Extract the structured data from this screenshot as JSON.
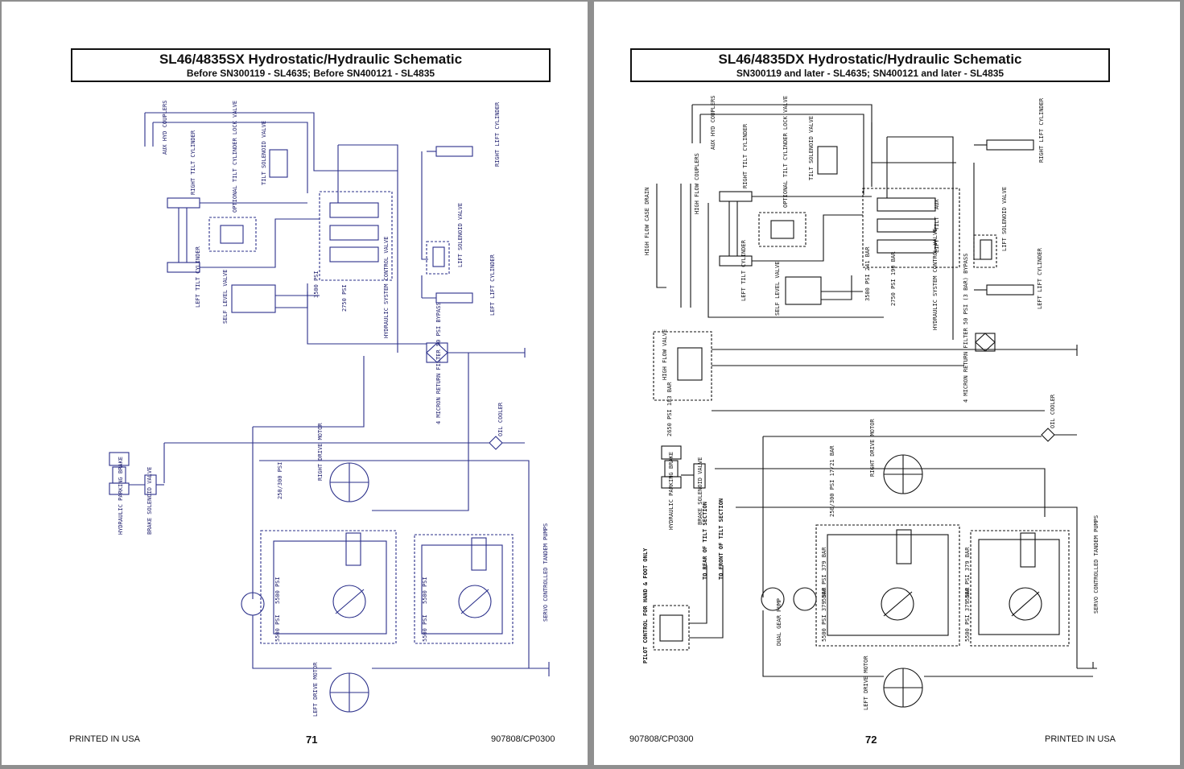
{
  "colors": {
    "left_lines": "#2a2f8a",
    "right_lines": "#111111",
    "page_bg": "#ffffff",
    "viewer_bg": "#8f8f8f"
  },
  "left_page": {
    "title": "SL46/4835SX Hydrostatic/Hydraulic Schematic",
    "subtitle": "Before SN300119 - SL4635; Before SN400121 - SL4835",
    "footer_left": "PRINTED IN USA",
    "page_number": "71",
    "footer_right": "907808/CP0300",
    "labels": {
      "aux_hyd_couplers": "AUX HYD COUPLERS",
      "tilt_solenoid_valve": "TILT SOLENOID VALVE",
      "right_lift_cylinder": "RIGHT LIFT CYLINDER",
      "right_tilt_cylinder": "RIGHT TILT CYLINDER",
      "optional_tilt_lock": "OPTIONAL TILT CYLINDER LOCK VALVE",
      "lift_solenoid_valve": "LIFT SOLENOID VALVE",
      "left_tilt_cylinder": "LEFT TILT CYLINDER",
      "self_level_valve": "SELF LEVEL VALVE",
      "psi_3500": "3500 PSI",
      "psi_2750": "2750 PSI",
      "hyd_system_control_valve": "HYDRAULIC SYSTEM CONTROL VALVE",
      "left_lift_cylinder": "LEFT LIFT CYLINDER",
      "return_filter": "4 MICRON RETURN FILTER 50 PSI BYPASS",
      "oil_cooler": "OIL COOLER",
      "right_drive_motor": "RIGHT DRIVE MOTOR",
      "psi_250_300": "250/300 PSI",
      "hydraulic_parking_brake": "HYDRAULIC PARKING BRAKE",
      "brake_solenoid_valve": "BRAKE SOLENOID VALVE",
      "psi_5500": "5500 PSI",
      "servo_tandem_pumps": "SERVO CONTROLLED TANDEM PUMPS",
      "left_drive_motor": "LEFT DRIVE MOTOR"
    }
  },
  "right_page": {
    "title": "SL46/4835DX Hydrostatic/Hydraulic Schematic",
    "subtitle": "SN300119 and later - SL4635; SN400121 and later - SL4835",
    "footer_left": "907808/CP0300",
    "page_number": "72",
    "footer_right": "PRINTED IN USA",
    "labels": {
      "aux_hyd_couplers": "AUX HYD COUPLERS",
      "tilt_solenoid_valve": "TILT SOLENOID VALVE",
      "right_lift_cylinder": "RIGHT LIFT CYLINDER",
      "right_tilt_cylinder": "RIGHT TILT CYLINDER",
      "high_flow_case_drain": "HIGH FLOW CASE DRAIN",
      "high_flow_couplers": "HIGH FLOW COUPLERS",
      "optional_tilt_lock": "OPTIONAL TILT CYLINDER LOCK VALVE",
      "aux": "AUX",
      "tilt": "TILT",
      "lift": "LIFT",
      "lift_solenoid_valve": "LIFT SOLENOID VALVE",
      "left_tilt_cylinder": "LEFT TILT CYLINDER",
      "self_level_valve": "SELF LEVEL VALVE",
      "psi_3500_bar": "3500 PSI 241 BAR",
      "psi_2750_bar": "2750 PSI 190 BAR",
      "hyd_system_control_valve": "HYDRAULIC SYSTEM CONTROL VALVE",
      "left_lift_cylinder": "LEFT LIFT CYLINDER",
      "high_flow_valve": "HIGH FLOW VALVE",
      "return_filter": "4 MICRON RETURN FILTER 50 PSI (3 BAR) BYPASS",
      "oil_cooler": "OIL COOLER",
      "psi_2650_bar": "2650 PSI 183 BAR",
      "psi_250_300_bar": "250/300 PSI 17/21 BAR",
      "right_drive_motor": "RIGHT DRIVE MOTOR",
      "hydraulic_parking_brake": "HYDRAULIC PARKING BRAKE",
      "brake_solenoid_valve": "BRAKE SOLENOID VALVE",
      "to_rear_of_tilt": "TO REAR OF TILT SECTION",
      "to_front_of_tilt": "TO FRONT OF TILT SECTION",
      "psi_5500_bar": "5500 PSI 379 BAR",
      "dual_gear_pump": "DUAL GEAR PUMP",
      "servo_tandem_pumps": "SERVO CONTROLLED TANDEM PUMPS",
      "pilot_control": "PILOT CONTROL FOR HAND & FOOT ONLY",
      "left_drive_motor": "LEFT DRIVE MOTOR"
    }
  }
}
